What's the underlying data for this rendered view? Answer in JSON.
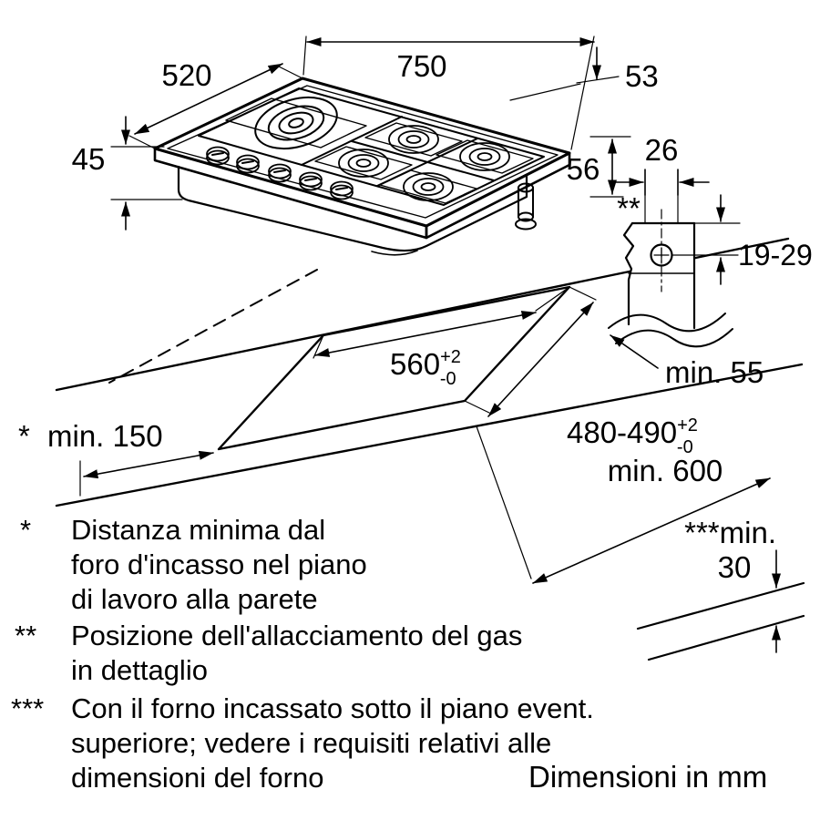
{
  "diagram": {
    "dimensions": {
      "width": "750",
      "depth": "520",
      "height": "45",
      "gas_offset": "53",
      "gas_drop": "56",
      "gas_width": "26",
      "gas_hole_range": "19-29",
      "rear_clearance": "min. 55",
      "cutout_width": {
        "value": "560",
        "tol_plus": "+2",
        "tol_minus": "-0"
      },
      "cutout_depth": {
        "value": "480-490",
        "tol_plus": "+2",
        "tol_minus": "-0"
      },
      "wall_clearance": {
        "marker": "*",
        "value": "min. 150"
      },
      "worktop_depth": "min. 600",
      "oven_gap": {
        "label": "***min.",
        "value": "30"
      },
      "gas_detail_marker": "**"
    },
    "footnotes": [
      {
        "marker": "*",
        "lines": [
          "Distanza minima dal",
          "foro d'incasso nel piano",
          "di lavoro alla parete"
        ]
      },
      {
        "marker": "**",
        "lines": [
          "Posizione dell'allacciamento del gas",
          "in dettaglio"
        ]
      },
      {
        "marker": "***",
        "lines": [
          "Con il forno incassato sotto il piano event.",
          "superiore; vedere i requisiti relativi alle",
          "dimensioni del forno"
        ]
      }
    ],
    "units_note": "Dimensioni in mm"
  }
}
